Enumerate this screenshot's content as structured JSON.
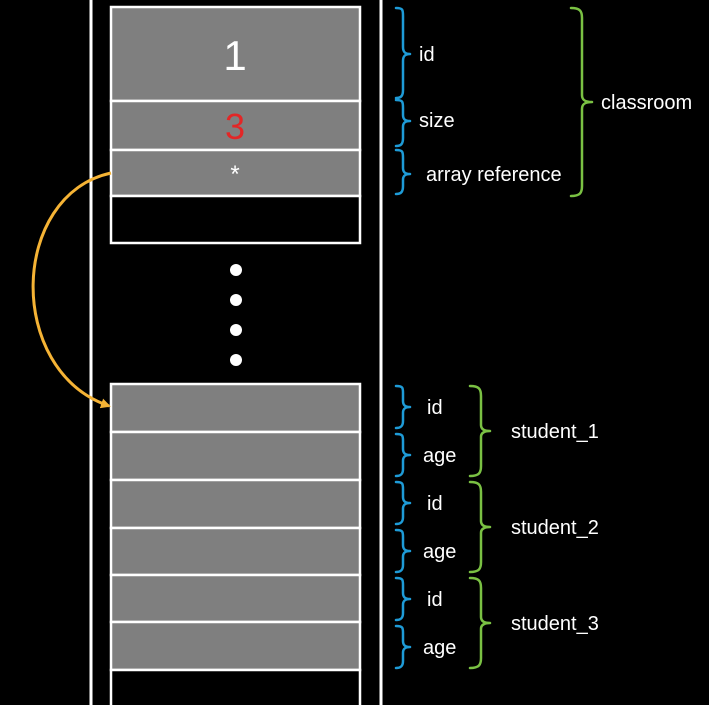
{
  "colors": {
    "background": "#000000",
    "cell_fill": "#7f7f7f",
    "outline": "#ffffff",
    "size_value": "#e32626",
    "field_brace": "#1e9bd7",
    "struct_brace": "#7ac143",
    "pointer_arrow": "#f5b335"
  },
  "classroom": {
    "id_value": "1",
    "size_value": "3",
    "array_ref_value": "*",
    "field_labels": {
      "id": "id",
      "size": "size",
      "array_reference": "array reference"
    },
    "struct_label": "classroom"
  },
  "ellipsis": {
    "dot_count": 4
  },
  "students": [
    {
      "struct_label": "student_1",
      "field_labels": [
        "id",
        "age"
      ]
    },
    {
      "struct_label": "student_2",
      "field_labels": [
        "id",
        "age"
      ]
    },
    {
      "struct_label": "student_3",
      "field_labels": [
        "id",
        "age"
      ]
    }
  ]
}
